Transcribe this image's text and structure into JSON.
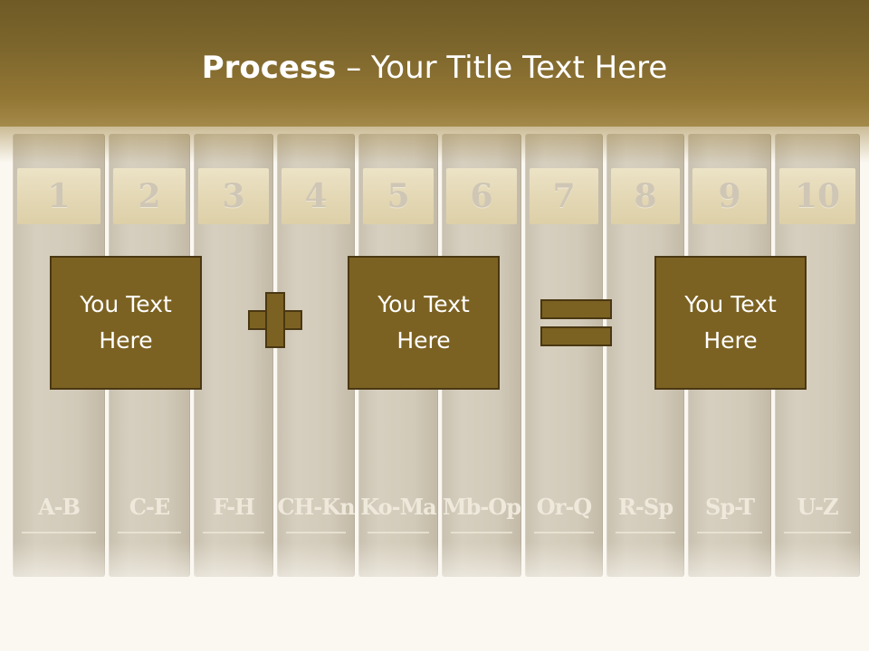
{
  "slide": {
    "title_bold": "Process",
    "title_rest": " – Your Title Text Here",
    "boxes": [
      {
        "label": "You Text Here"
      },
      {
        "label": "You Text Here"
      },
      {
        "label": "You Text Here"
      }
    ],
    "operators": [
      "plus-icon",
      "equals-icon"
    ]
  },
  "books": [
    {
      "number": "1",
      "range": "A-B"
    },
    {
      "number": "2",
      "range": "C-E"
    },
    {
      "number": "3",
      "range": "F-H"
    },
    {
      "number": "4",
      "range": "CH-Kn"
    },
    {
      "number": "5",
      "range": "Ko-Ma"
    },
    {
      "number": "6",
      "range": "Mb-Op"
    },
    {
      "number": "7",
      "range": "Or-Q"
    },
    {
      "number": "8",
      "range": "R-Sp"
    },
    {
      "number": "9",
      "range": "Sp-T"
    },
    {
      "number": "10",
      "range": "U-Z"
    }
  ],
  "colors": {
    "header": "#7e672d",
    "box_fill": "#7c6222",
    "box_border": "#4a3712",
    "text": "#ffffff"
  }
}
